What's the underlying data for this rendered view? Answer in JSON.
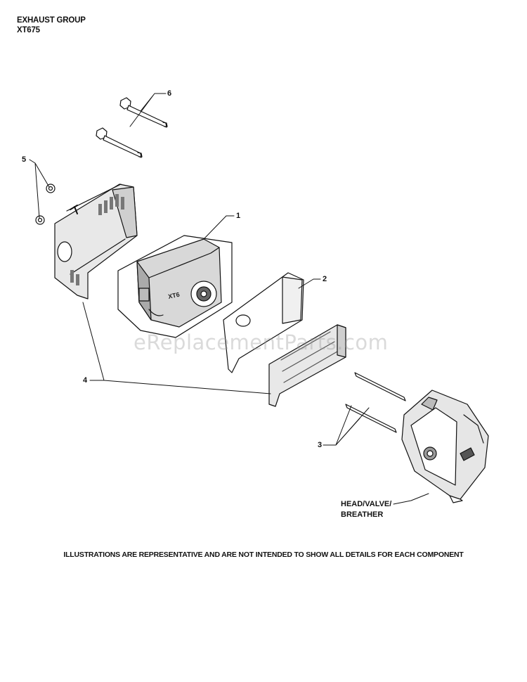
{
  "header": {
    "title": "EXHAUST GROUP",
    "model": "XT675"
  },
  "callouts": [
    "1",
    "2",
    "3",
    "4",
    "5",
    "6"
  ],
  "reference": {
    "line1": "HEAD/VALVE/",
    "line2": "BREATHER"
  },
  "muffler_marking": "XT6",
  "footer_note": "ILLUSTRATIONS ARE REPRESENTATIVE AND ARE NOT INTENDED TO SHOW ALL DETAILS FOR EACH COMPONENT",
  "watermark": "eReplacementParts.com"
}
